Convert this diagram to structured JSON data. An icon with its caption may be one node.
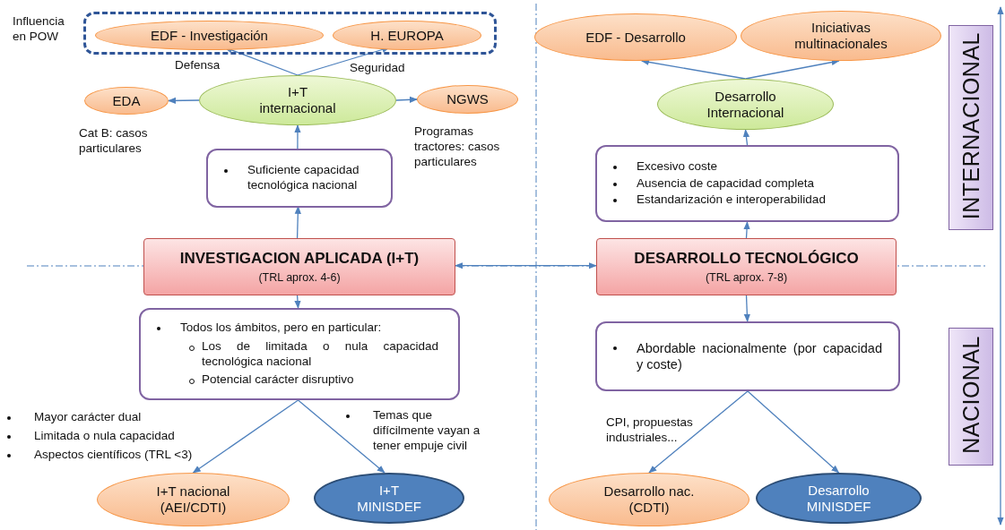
{
  "diagram": {
    "nodes": [
      {
        "text": [],
        "shape": "box",
        "beside": [
          "Influencia en POW"
        ]
      },
      {
        "text": [
          "EDF - Investigación"
        ],
        "in": 0
      },
      {
        "text": [
          "H. EUROPA"
        ],
        "in": 0
      },
      {
        "text": [
          "EDF - Desarrollo"
        ]
      },
      {
        "text": [
          "Iniciativas multinacionales"
        ]
      },
      {
        "text": [
          "INTERNACIONAL"
        ]
      },
      {
        "text": [
          "EDA"
        ],
        "beside": [
          "Cat B: casos particulares"
        ]
      },
      {
        "text": [
          "I+T internacional"
        ]
      },
      {
        "text": [
          "NGWS"
        ],
        "beside": [
          "Programas tractores: casos particulares"
        ]
      },
      {
        "text": [
          "Desarrollo Internacional"
        ]
      },
      {
        "text": [
          "Suficiente capacidad tecnológica nacional"
        ]
      },
      {
        "text": [
          "Excesivo coste",
          "Ausencia de capacidad completa",
          "Estandarización e interoperabilidad"
        ]
      },
      {
        "text": [
          "INVESTIGACION APLICADA (I+T)",
          "(TRL aprox. 4-6)"
        ]
      },
      {
        "text": [
          "DESARROLLO TECNOLÓGICO",
          "(TRL aprox. 7-8)"
        ]
      },
      {
        "text": [
          "Todos los ámbitos, pero en particular:",
          "Los de limitada o nula capacidad tecnológica nacional",
          "Potencial carácter disruptivo"
        ]
      },
      {
        "text": [
          "Abordable nacionalmente (por capacidad y coste)"
        ]
      },
      {
        "text": [
          "NACIONAL"
        ]
      },
      {
        "text": [
          "I+T nacional (AEI/CDTI)"
        ]
      },
      {
        "text": [
          "I+T MINISDEF"
        ]
      },
      {
        "text": [
          "Desarrollo nac. (CDTI)"
        ]
      },
      {
        "text": [
          "Desarrollo MINISDEF"
        ]
      }
    ],
    "edges": [
      {
        "from": 7,
        "to": 1,
        "arrow": "to",
        "label": "Defensa"
      },
      {
        "from": 7,
        "to": 2,
        "arrow": "to",
        "label": "Seguridad"
      },
      {
        "from": 7,
        "to": 6,
        "arrow": "to"
      },
      {
        "from": 7,
        "to": 8,
        "arrow": "to"
      },
      {
        "from": 9,
        "to": 3,
        "arrow": "to"
      },
      {
        "from": 9,
        "to": 4,
        "arrow": "to"
      },
      {
        "from": 10,
        "to": 7,
        "arrow": "to"
      },
      {
        "from": 11,
        "to": 9,
        "arrow": "to"
      },
      {
        "from": 12,
        "to": 10,
        "arrow": "to"
      },
      {
        "from": 13,
        "to": 11,
        "arrow": "to"
      },
      {
        "from": 12,
        "to": 13,
        "arrow": "both"
      },
      {
        "from": 12,
        "to": 14,
        "arrow": "to"
      },
      {
        "from": 13,
        "to": 15,
        "arrow": "to"
      },
      {
        "from": 14,
        "to": 17,
        "arrow": "to"
      },
      {
        "from": 14,
        "to": 18,
        "arrow": "to"
      },
      {
        "from": 15,
        "to": 19,
        "arrow": "to"
      },
      {
        "from": 15,
        "to": 20,
        "arrow": "to"
      }
    ],
    "labels": [
      "Mayor carácter dual",
      "Limitada o nula capacidad",
      "Aspectos científicos (TRL <3)",
      "Temas que difícilmente vayan a tener empuje civil",
      "CPI, propuestas industriales..."
    ]
  }
}
